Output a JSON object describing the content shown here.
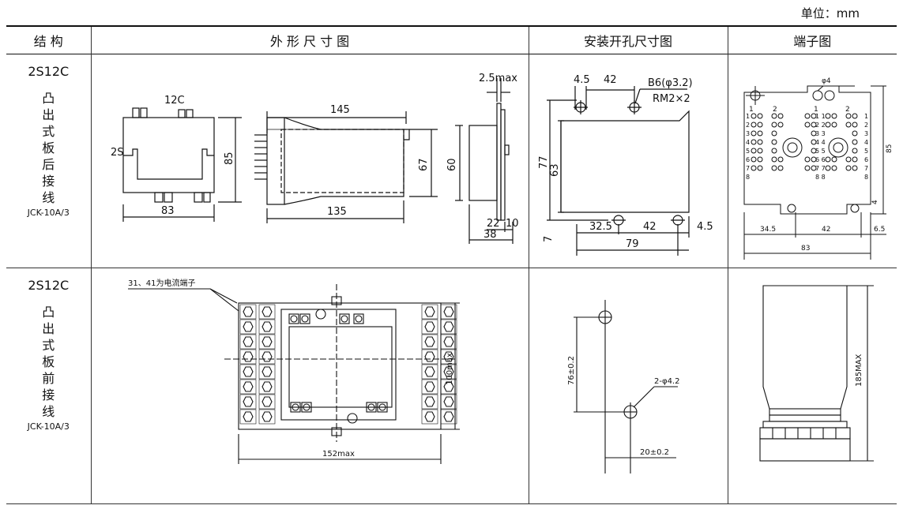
{
  "unit_label": "单位：mm",
  "headers": {
    "structure": "结 构",
    "outline": "外 形 尺 寸 图",
    "cutout": "安装开孔尺寸图",
    "terminal": "端子图"
  },
  "rows": [
    {
      "name": "2S12C",
      "mount_chars": "凸\n出\n式\n板\n后\n接\n线",
      "code": "JCK-10A/3"
    },
    {
      "name": "2S12C",
      "mount_chars": "凸\n出\n式\n板\n前\n接\n线",
      "code": "JCK-10A/3"
    }
  ],
  "row1": {
    "outline": {
      "front_label_top": "12C",
      "front_label_side": "2S",
      "front_height": "85",
      "front_width": "83",
      "side_top": "145",
      "side_bottom": "135",
      "side_height": "67",
      "edge_top": "2.5max",
      "edge_height": "60",
      "edge_w1": "22",
      "edge_w2": "10",
      "edge_w3": "38"
    },
    "cutout": {
      "d1": "4.5",
      "d2": "42",
      "hole": "B6(φ3.2)",
      "screw": "RM2×2",
      "h1": "77",
      "h2": "63",
      "d3": "7",
      "d4": "32.5",
      "d5": "42",
      "d6": "4.5",
      "d7": "79"
    },
    "terminal": {
      "phi": "φ4",
      "top_nums": [
        "1",
        "2",
        "1",
        "2"
      ],
      "left_nums": [
        "1",
        "2",
        "3",
        "4",
        "5",
        "6",
        "7",
        "8"
      ],
      "mid_nums": [
        "1 1",
        "2 2",
        "3 3",
        "4 4",
        "5 5",
        "6 6",
        "7 7",
        "8 8"
      ],
      "right_nums": [
        "1",
        "2",
        "3",
        "4",
        "5",
        "6",
        "7",
        "8"
      ],
      "h": "85",
      "small": "4",
      "w1": "34.5",
      "w2": "42",
      "w3": "6.5",
      "w4": "83"
    }
  },
  "row2": {
    "outline": {
      "note": "31、41为电流端子",
      "height": "100max",
      "width": "152max"
    },
    "cutout": {
      "h": "76±0.2",
      "hole": "2-φ4.2",
      "w": "20±0.2"
    },
    "terminal": {
      "h": "185MAX"
    }
  }
}
